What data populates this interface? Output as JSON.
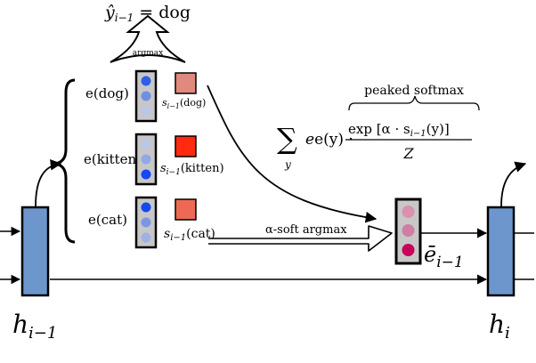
{
  "top_label": {
    "yhat": "ŷ",
    "sub": "i−1",
    "eq": " = dog"
  },
  "argmax_label": "argmax",
  "tokens": [
    {
      "name": "e(dog)",
      "score_label": "s",
      "score_sub": "i−1",
      "score_arg": "(dog)"
    },
    {
      "name": "e(kitten)",
      "score_label": "s",
      "score_sub": "i−1",
      "score_arg": "(kitten)"
    },
    {
      "name": "e(cat)",
      "score_label": "s",
      "score_sub": "i−1",
      "score_arg": "(cat)"
    }
  ],
  "formula": {
    "peaked": "peaked softmax",
    "sum_sym": "∑",
    "sum_var": "y",
    "term": "e(y) ·",
    "numerator": "exp [α · s",
    "num_sub": "i−1",
    "num_tail": "(y)]",
    "denominator": "Z"
  },
  "soft_argmax_label": "α-soft argmax",
  "ebar": {
    "sym": "ē",
    "sub": "i−1"
  },
  "h_prev": {
    "sym": "h",
    "sub": "i−1"
  },
  "h_curr": {
    "sym": "h",
    "sub": "i"
  },
  "colors": {
    "hidden_box": "#6d97cc",
    "vec_bg": "#c7c7c7",
    "score_dog": "#e08a7d",
    "score_kitten": "#ff2a10",
    "score_cat": "#ec6a55",
    "ebar_light": "#d991ad",
    "ebar_mid": "#cf7ea3",
    "ebar_dark": "#c8005a"
  }
}
